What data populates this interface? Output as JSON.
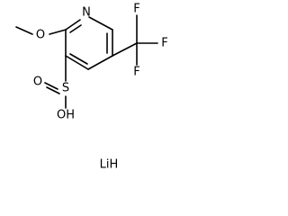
{
  "atoms": {
    "n": "N",
    "o_methoxy": "O",
    "f_top": "F",
    "f_right": "F",
    "f_bottom": "F",
    "s": "S",
    "o_double": "O",
    "oh": "OH",
    "salt": "LiH"
  },
  "colors": {
    "ink": "#000000",
    "background": "#ffffff"
  }
}
